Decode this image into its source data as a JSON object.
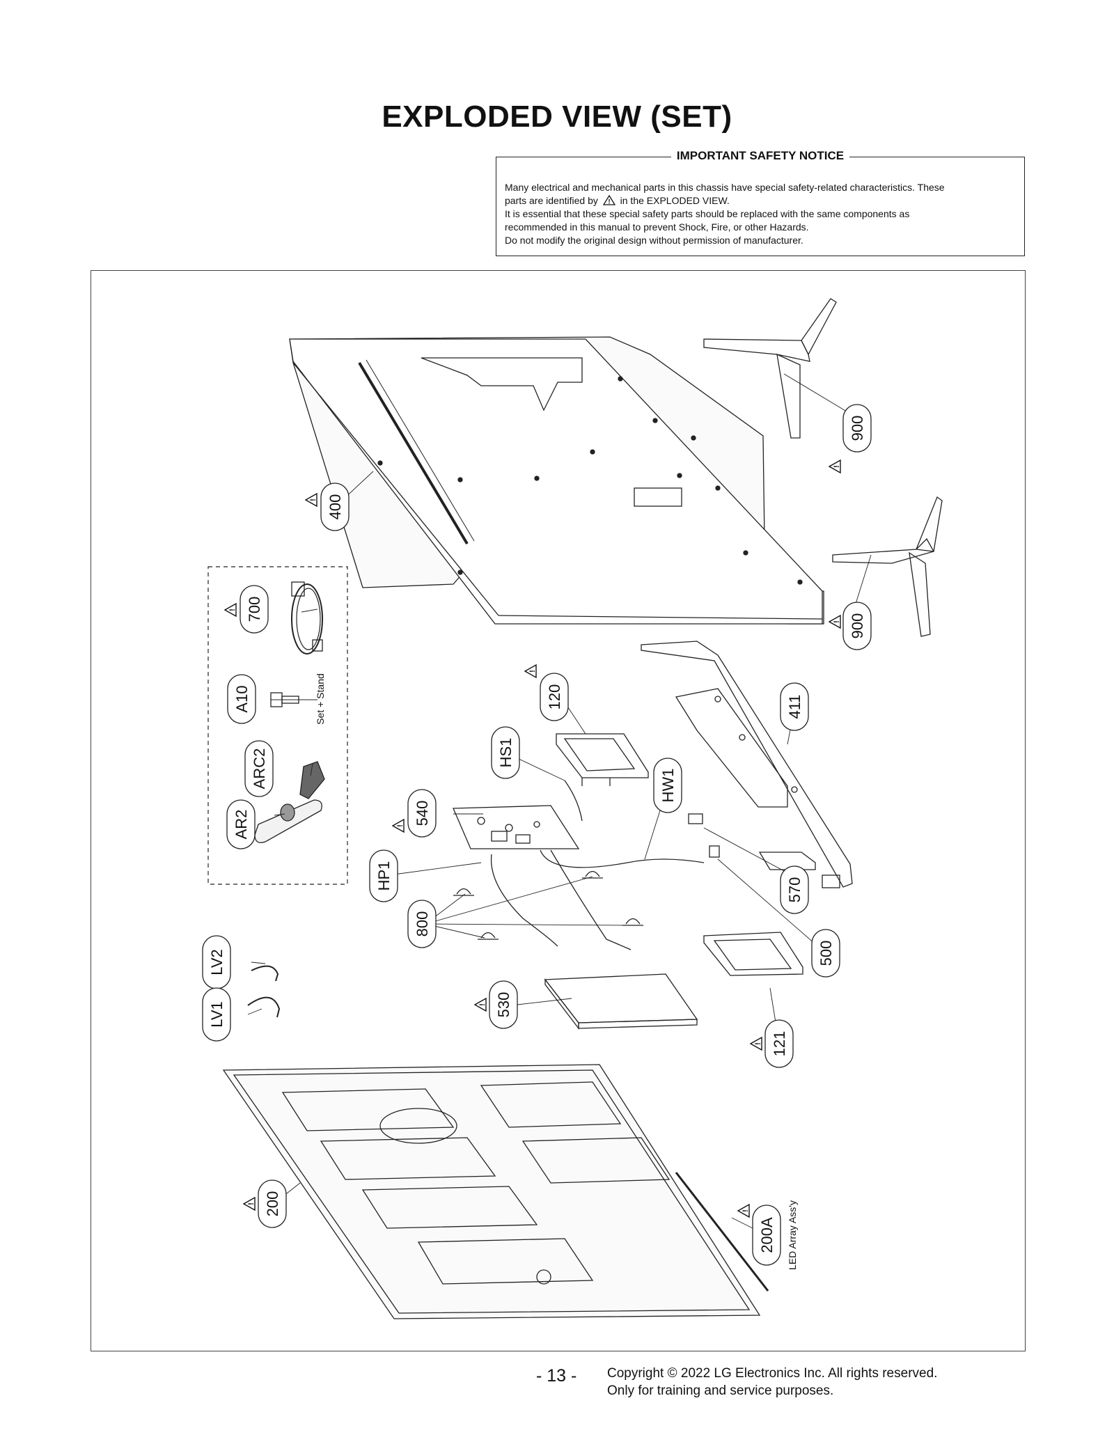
{
  "title": "EXPLODED VIEW (SET)",
  "notice": {
    "heading": "IMPORTANT SAFETY NOTICE",
    "line1": "Many electrical and mechanical parts in this chassis have special safety-related characteristics. These",
    "line2_pre": "parts are identified by",
    "line2_post": "in the EXPLODED VIEW.",
    "line3": "It is essential that these special safety parts should be replaced with the same components as",
    "line4": "recommended in this manual to prevent Shock, Fire, or other Hazards.",
    "line5": "Do not modify the original design without permission of manufacturer."
  },
  "parts": {
    "p400": "400",
    "p900a": "900",
    "p900b": "900",
    "p700": "700",
    "pA10": "A10",
    "setStand": "Set + Stand",
    "pARC2": "ARC2",
    "pAR2": "AR2",
    "p120": "120",
    "p411": "411",
    "pHS1": "HS1",
    "pHW1": "HW1",
    "p540": "540",
    "p570": "570",
    "pHP1": "HP1",
    "p800": "800",
    "p500": "500",
    "pLV2": "LV2",
    "pLV1": "LV1",
    "p530": "530",
    "p121": "121",
    "p200": "200",
    "p200A": "200A",
    "ledArray": "LED Array Ass'y"
  },
  "footer": {
    "page": "- 13 -",
    "copyright1": "Copyright © 2022 LG Electronics Inc. All rights reserved.",
    "copyright2": "Only for training and service purposes."
  }
}
